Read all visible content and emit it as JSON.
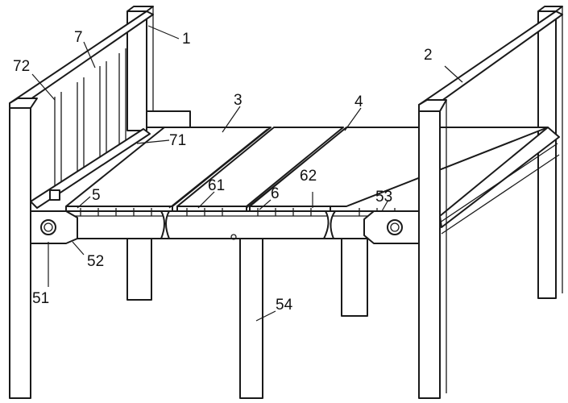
{
  "figure": {
    "labels": {
      "l1": "1",
      "l2": "2",
      "l3": "3",
      "l4": "4",
      "l5": "5",
      "l6": "6",
      "l7": "7",
      "l51": "51",
      "l52": "52",
      "l53": "53",
      "l54": "54",
      "l61": "61",
      "l62": "62",
      "l71": "71",
      "l72": "72"
    }
  }
}
